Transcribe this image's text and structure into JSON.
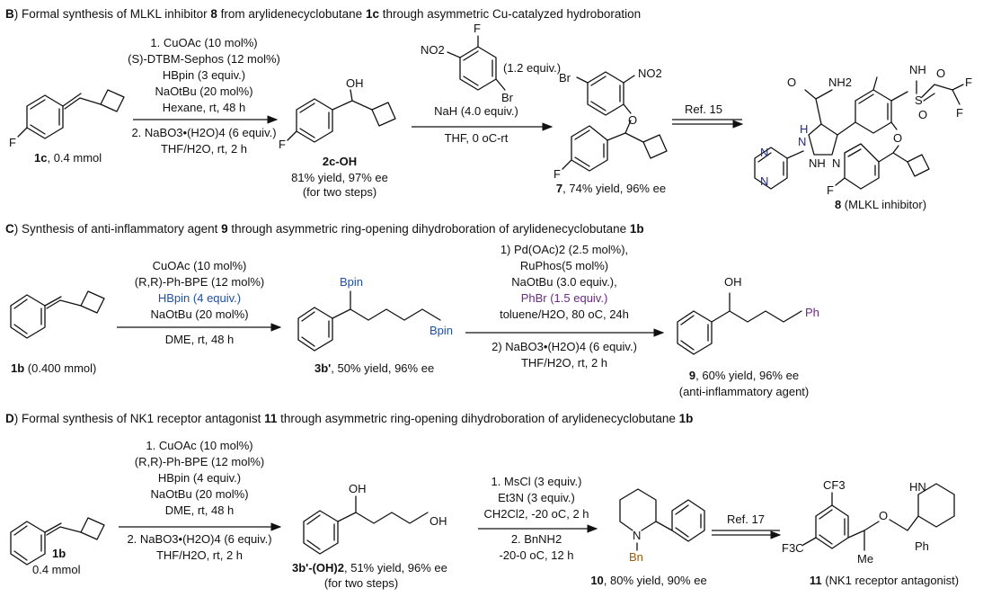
{
  "sections": {
    "B": {
      "letter": "B",
      "title_pre": ") Formal synthesis of MLKL inhibitor ",
      "title_num": "8",
      "title_mid": " from arylidenecyclobutane ",
      "title_sub": "1c",
      "title_post": " through asymmetric Cu-catalyzed hydroboration",
      "step1": [
        "1. CuOAc (10 mol%)",
        "(S)-DTBM-Sephos (12 mol%)",
        "HBpin (3 equiv.)",
        "NaOtBu (20 mol%)",
        "Hexane, rt, 48 h",
        "2. NaBO3•(H2O)4 (6 equiv.)",
        "THF/H2O, rt, 2 h"
      ],
      "sm_label": "1c",
      "sm_amount": ", 0.4 mmol",
      "int_label": "2c-OH",
      "int_yield": "81% yield, 97% ee",
      "int_note": "(for two steps)",
      "reagent_equiv": "(1.2 equiv.)",
      "step2": [
        "NaH (4.0 equiv.)",
        "THF, 0 oC-rt"
      ],
      "prod_label": "7",
      "prod_yield": ", 74% yield, 96% ee",
      "ref": "Ref. 15",
      "final_label": "8",
      "final_note": " (MLKL inhibitor)"
    },
    "C": {
      "letter": "C",
      "title_pre": ") Synthesis of anti-inflammatory agent ",
      "title_num": "9",
      "title_mid": " through asymmetric ring-opening dihydroboration of arylidenecyclobutane ",
      "title_sub": "1b",
      "step1": [
        "CuOAc (10 mol%)",
        "(R,R)-Ph-BPE (12 mol%)",
        "HBpin (4 equiv.)",
        "NaOtBu (20 mol%)",
        "DME, rt, 48 h"
      ],
      "sm_label": "1b",
      "sm_amount": " (0.400 mmol)",
      "int_label": "3b'",
      "int_yield": ", 50% yield, 96% ee",
      "step2": [
        "1) Pd(OAc)2 (2.5 mol%),",
        "RuPhos(5 mol%)",
        "NaOtBu (3.0 equiv.),",
        "PhBr (1.5 equiv.)",
        "toluene/H2O, 80 oC, 24h",
        "2) NaBO3•(H2O)4 (6 equiv.)",
        "THF/H2O, rt, 2 h"
      ],
      "prod_label": "9",
      "prod_yield": ", 60% yield, 96% ee",
      "prod_note": "(anti-inflammatory agent)"
    },
    "D": {
      "letter": "D",
      "title_pre": ") Formal synthesis of NK1 receptor antagonist ",
      "title_num": "11",
      "title_mid": " through asymmetric ring-opening dihydroboration of arylidenecyclobutane ",
      "title_sub": "1b",
      "step1": [
        "1. CuOAc (10 mol%)",
        "(R,R)-Ph-BPE (12 mol%)",
        "HBpin (4 equiv.)",
        "NaOtBu (20 mol%)",
        "DME, rt, 48 h",
        "2. NaBO3•(H2O)4 (6 equiv.)",
        "THF/H2O, rt, 2 h"
      ],
      "sm_label": "1b",
      "sm_amount": "0.4 mmol",
      "int_label": "3b'-(OH)2",
      "int_yield": ", 51% yield, 96% ee",
      "int_note": "(for two steps)",
      "step2": [
        "1. MsCl (3 equiv.)",
        "Et3N (3 equiv.)",
        "CH2Cl2, -20 oC, 2 h",
        "2. BnNH2",
        "-20-0 oC, 12 h"
      ],
      "prod_label": "10",
      "prod_yield": ", 80% yield, 90% ee",
      "ref": "Ref. 17",
      "final_label": "11",
      "final_note": " (NK1 receptor antagonist)"
    }
  },
  "atoms": {
    "F": "F",
    "OH": "OH",
    "O": "O",
    "NO2": "NO2",
    "Br": "Br",
    "N": "N",
    "NH": "NH",
    "H": "H",
    "NH2": "NH2",
    "S": "S",
    "Bpin": "Bpin",
    "Ph": "Ph",
    "Bn": "Bn",
    "HN": "HN",
    "Me": "Me",
    "CF3": "CF3",
    "F3C": "F3C"
  },
  "colors": {
    "boron": "#1f4fa8",
    "mlkl_fragment": "#1c2a9c",
    "aryl_bromide": "#6a2a86",
    "benzylamine": "#9a5a10"
  }
}
